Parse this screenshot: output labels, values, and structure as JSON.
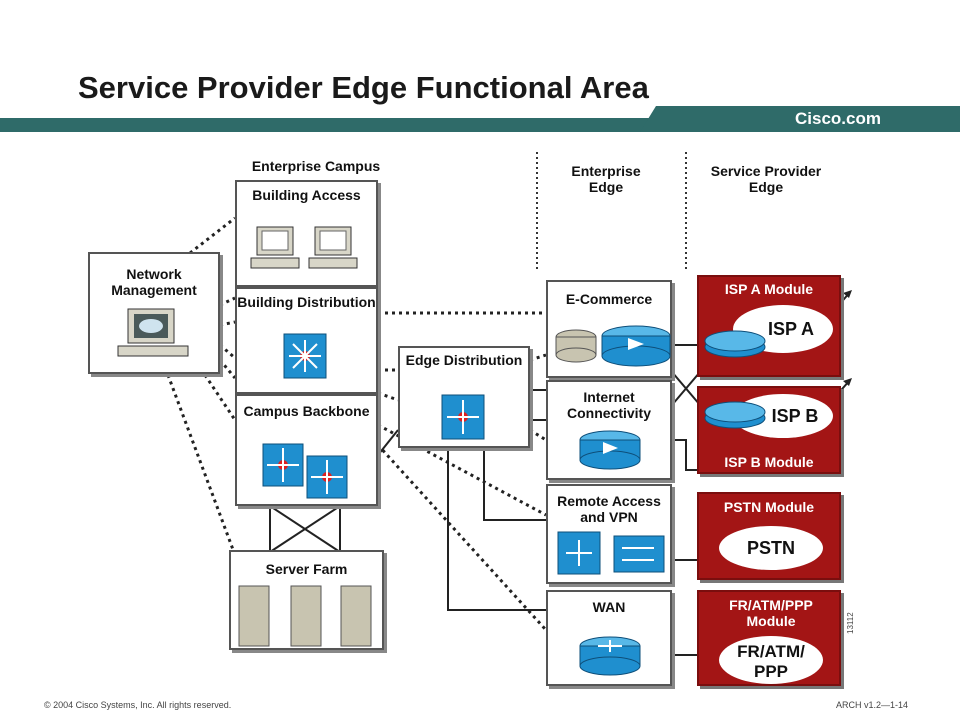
{
  "header": {
    "title": "Service Provider Edge Functional Area",
    "brand": "Cisco.com"
  },
  "columns": {
    "enterprise_campus": "Enterprise Campus",
    "enterprise_edge": "Enterprise Edge",
    "service_provider_edge": "Service Provider Edge"
  },
  "campus": {
    "network_management": "Network Management",
    "building_access": "Building Access",
    "building_distribution": "Building Distribution",
    "campus_backbone": "Campus Backbone",
    "server_farm": "Server Farm",
    "edge_distribution": "Edge Distribution"
  },
  "edge": {
    "ecommerce": "E-Commerce",
    "internet_connectivity": "Internet Connectivity",
    "remote_access_vpn": "Remote Access and VPN",
    "wan": "WAN"
  },
  "sp": {
    "isp_a_module": "ISP A Module",
    "isp_a": "ISP A",
    "isp_b": "ISP B",
    "isp_b_module": "ISP B Module",
    "pstn_module": "PSTN Module",
    "pstn": "PSTN",
    "fr_module": "FR/ATM/PPP Module",
    "fr": "FR/ATM/ PPP"
  },
  "footer": {
    "copyright": "© 2004 Cisco Systems, Inc. All rights reserved.",
    "course": "ARCH v1.2—1-14",
    "figure_id": "13112"
  },
  "colors": {
    "band": "#2f6b69",
    "module_red": "#a31515",
    "device_blue": "#1f8fcf"
  }
}
